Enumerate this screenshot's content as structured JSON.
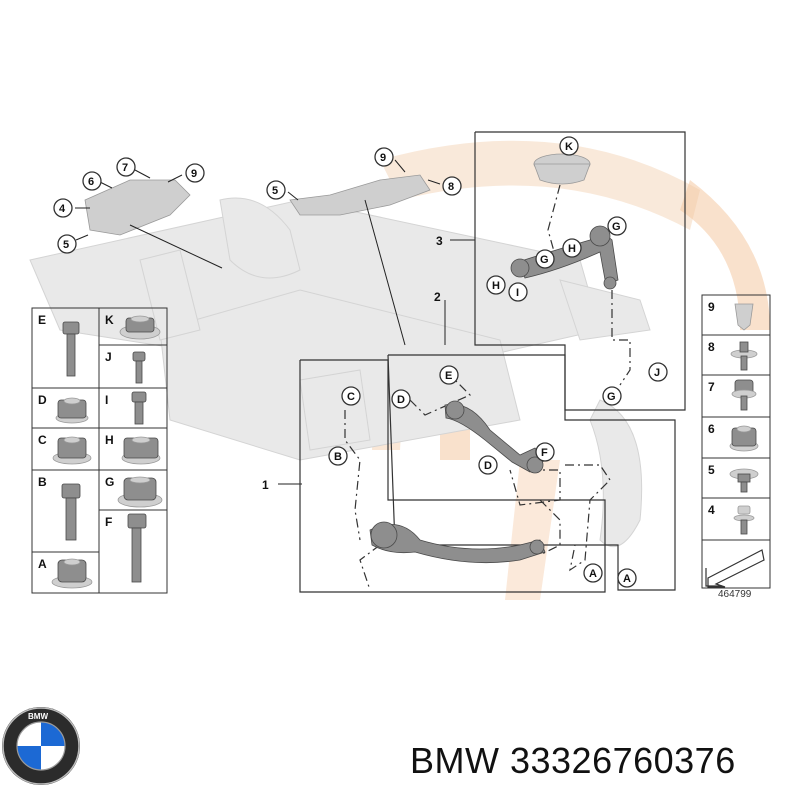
{
  "diagram": {
    "group_labels": [
      "1",
      "2",
      "3"
    ],
    "reference_number": "464799",
    "callouts_chassis": [
      "4",
      "5",
      "6",
      "7",
      "9",
      "5",
      "9",
      "8"
    ],
    "callouts_upper_arm": [
      "K",
      "G",
      "H",
      "G",
      "H",
      "I",
      "J",
      "G"
    ],
    "callouts_lower_arm": [
      "C",
      "B",
      "E",
      "D",
      "D",
      "F",
      "A",
      "A"
    ],
    "left_grid": [
      [
        "E",
        "K"
      ],
      [
        "",
        "J"
      ],
      [
        "D",
        "I"
      ],
      [
        "C",
        "H"
      ],
      [
        "B",
        "G"
      ],
      [
        "",
        "F"
      ],
      [
        "A",
        ""
      ]
    ],
    "right_grid": [
      "9",
      "8",
      "7",
      "6",
      "5",
      "4"
    ]
  },
  "footer": {
    "brand_text": "BMW 33326760376",
    "logo_letters": "BMW"
  },
  "colors": {
    "accent_orange": "#f4c9a3",
    "logo_blue": "#1c69d4"
  }
}
